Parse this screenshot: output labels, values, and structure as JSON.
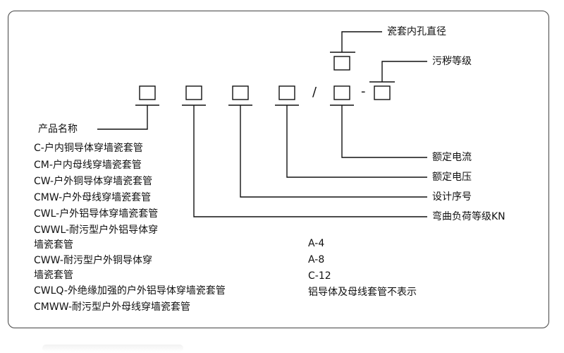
{
  "top_right_labels": {
    "bore_diameter": "瓷套内孔直径",
    "pollution_grade": "污秽等级",
    "rated_current": "额定电流",
    "rated_voltage": "额定电压",
    "design_number": "设计序号",
    "bending_load_grade": "弯曲负荷等级KN"
  },
  "separators": {
    "slash": "/",
    "dash": "-"
  },
  "product_name": {
    "title": "产品名称",
    "items": [
      "C-户内铜导体穿墙瓷套管",
      "CM-户内母线穿墙瓷套管",
      "CW-户外铜导体穿墙瓷套管",
      "CMW-户外母线穿墙瓷套管",
      "CWL-户外铝导体穿墙瓷套管",
      "CWWL-耐污型户外铝导体穿",
      "墙瓷套管",
      "CWW-耐污型户外铜导体穿",
      "墙瓷套管",
      "CWLQ-外绝缘加强的户外铝导体穿墙瓷套管",
      "CMWW-耐污型户外母线穿墙瓷套管"
    ]
  },
  "bending_load_codes": {
    "items": [
      "A-4",
      "A-8",
      "C-12"
    ],
    "note": "铝导体及母线套管不表示"
  }
}
